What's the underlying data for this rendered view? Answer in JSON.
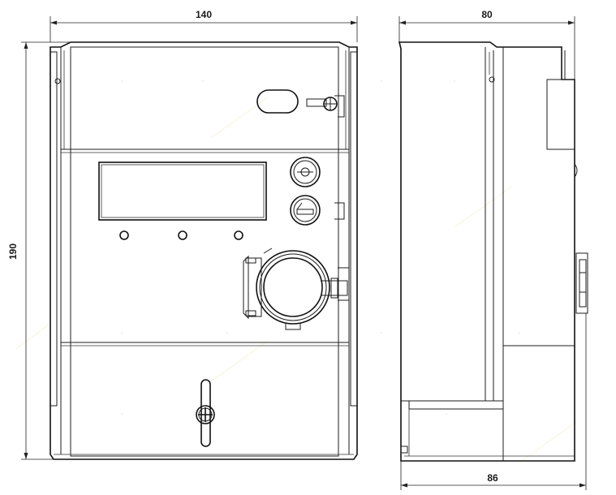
{
  "dimensions": {
    "front_width": "140",
    "side_depth_top": "80",
    "front_height": "190",
    "side_depth_bottom": "86"
  }
}
